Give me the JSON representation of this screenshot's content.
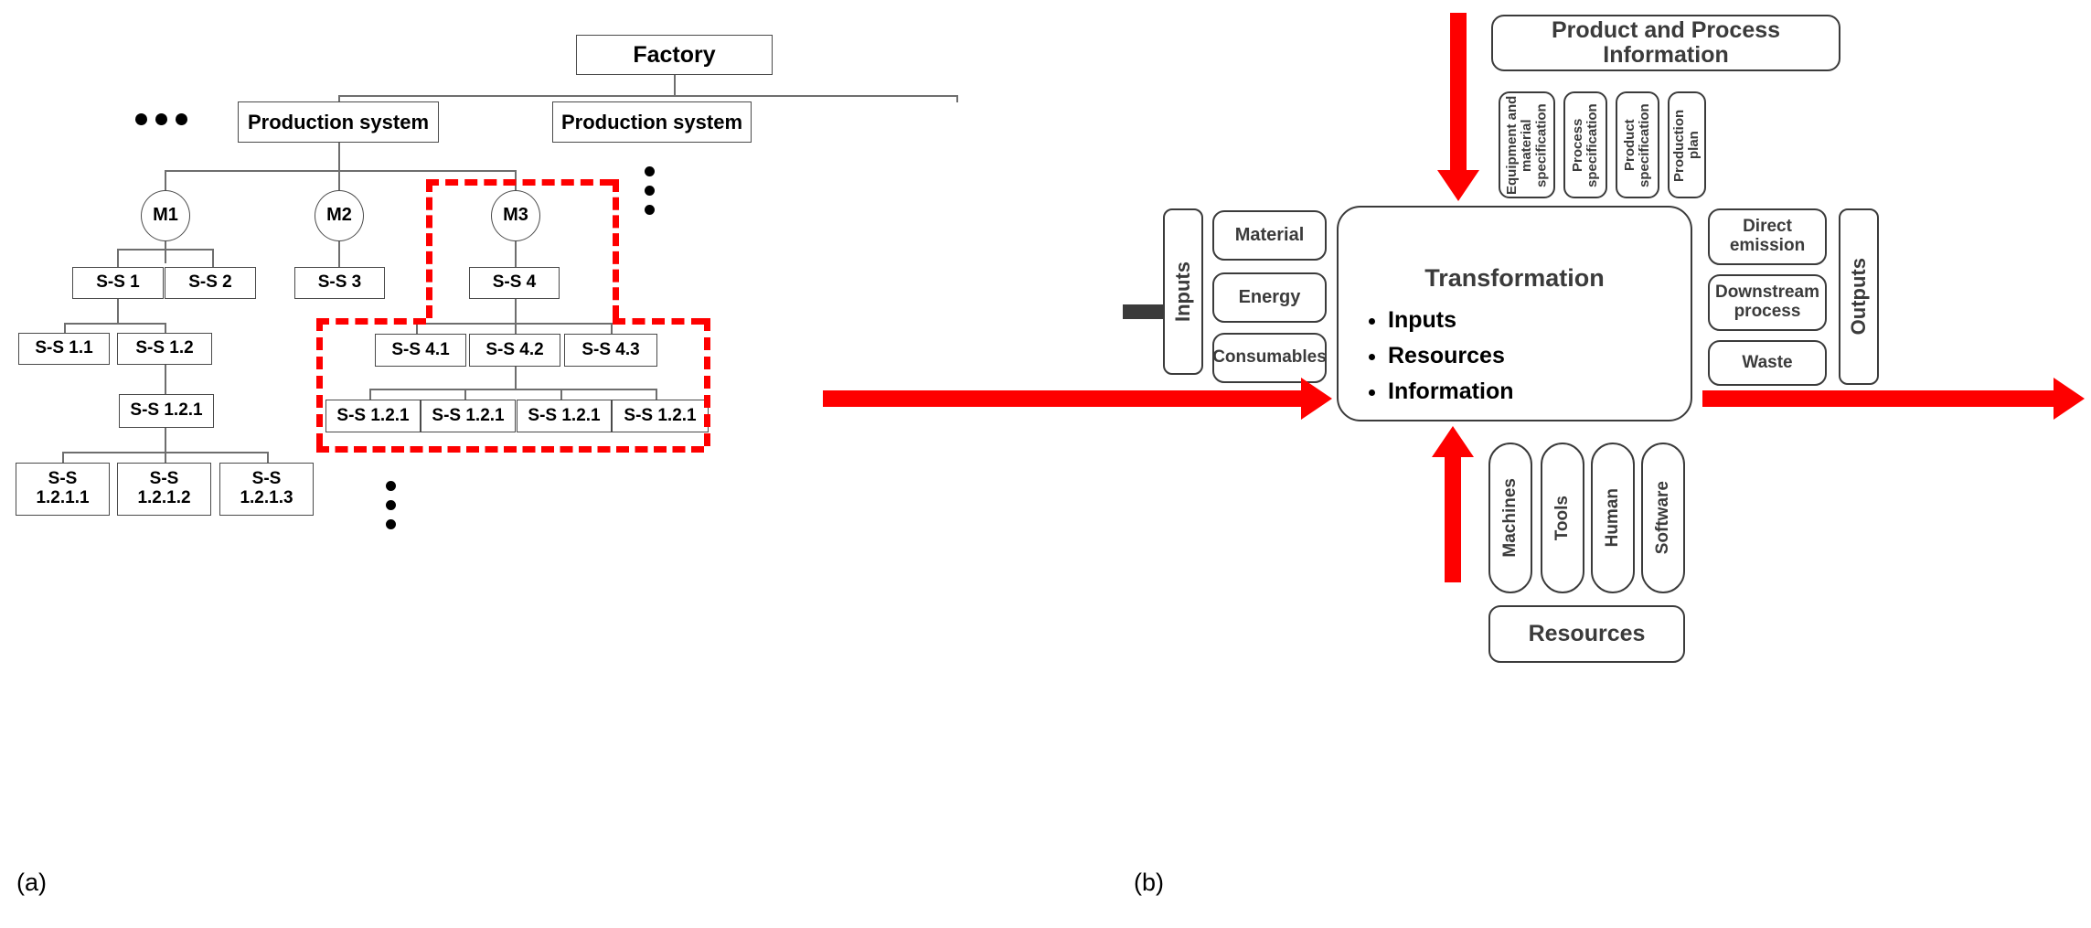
{
  "figure": {
    "panel_a_label": "(a)",
    "panel_b_label": "(b)"
  },
  "panel_a": {
    "name": "factory-hierarchy-tree",
    "root": "Factory",
    "production_systems": [
      "Production system",
      "Production system"
    ],
    "machines": [
      "M1",
      "M2",
      "M3"
    ],
    "level_subsystems": [
      "S-S 1",
      "S-S 2",
      "S-S 3",
      "S-S 4"
    ],
    "m1_children": [
      "S-S 1.1",
      "S-S 1.2"
    ],
    "ss12_child": "S-S 1.2.1",
    "ss121_children": [
      "S-S\n1.2.1.1",
      "S-S\n1.2.1.2",
      "S-S\n1.2.1.3"
    ],
    "ss121_children_lines": [
      [
        "S-S",
        "1.2.1.1"
      ],
      [
        "S-S",
        "1.2.1.2"
      ],
      [
        "S-S",
        "1.2.1.3"
      ]
    ],
    "ss4_children": [
      "S-S 4.1",
      "S-S 4.2",
      "S-S 4.3"
    ],
    "ss4_leaf_children": [
      "S-S 1.2.1",
      "S-S 1.2.1",
      "S-S 1.2.1",
      "S-S 1.2.1"
    ],
    "ellipsis_marks": [
      "...",
      "⋮",
      "⋮"
    ],
    "highlight_color": "#fe0000"
  },
  "panel_b": {
    "name": "transformation-process-model",
    "information_header": "Product and Process Information",
    "information_items": [
      "Equipment and material specification",
      "Process specification",
      "Product specification",
      "Production plan"
    ],
    "inputs_label": "Inputs",
    "inputs_items": [
      "Material",
      "Energy",
      "Consumables"
    ],
    "transformation_title": "Transformation",
    "transformation_bullets": [
      "Inputs",
      "Resources",
      "Information"
    ],
    "outputs_label": "Outputs",
    "outputs_items": [
      "Direct emission",
      "Downstream process",
      "Waste"
    ],
    "resources_label": "Resources",
    "resources_items": [
      "Machines",
      "Tools",
      "Human",
      "Software"
    ],
    "arrow_color": "#fe0000",
    "entry_arrow_color": "#3b3b3b"
  }
}
